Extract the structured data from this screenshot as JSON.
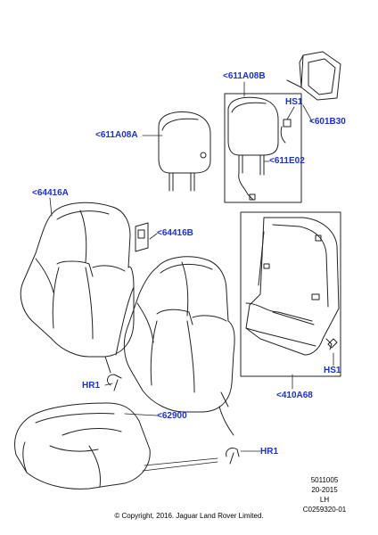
{
  "callouts": {
    "c611A08B": "<611A08B",
    "hs1_top": "HS1",
    "c601B30": "<601B30",
    "c611A08A": "<611A08A",
    "c611E02": "<611E02",
    "c64416A": "<64416A",
    "c64416B": "<64416B",
    "hr1_left": "HR1",
    "hs1_right": "HS1",
    "c410A68": "<410A68",
    "c62900": "<62900",
    "hr1_bottom": "HR1"
  },
  "reference": {
    "line1": "5011005",
    "line2": "20-2015",
    "line3": "LH",
    "line4": "C0259320-01"
  },
  "copyright": "© Copyright, 2016. Jaguar Land Rover Limited.",
  "colors": {
    "callout_text": "#1a2fd6",
    "line_art": "#222222",
    "background": "#ffffff"
  }
}
